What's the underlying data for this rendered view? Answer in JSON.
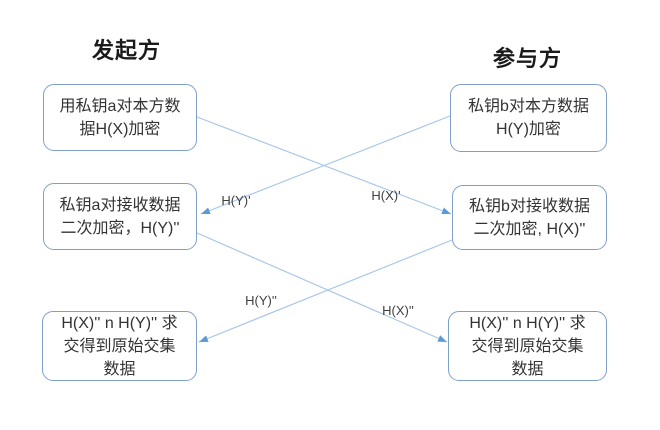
{
  "titles": {
    "initiator": "发起方",
    "participant": "参与方"
  },
  "nodes": {
    "a1": {
      "lines": [
        "用私钥a对本方数",
        "据H(X)加密"
      ]
    },
    "a2": {
      "lines": [
        "私钥a对接收数据",
        "二次加密，H(Y)''"
      ]
    },
    "a3": {
      "lines": [
        "H(X)'' n H(Y)'' 求",
        "交得到原始交集",
        "数据"
      ]
    },
    "b1": {
      "lines": [
        "私钥b对本方数据",
        "H(Y)加密"
      ]
    },
    "b2": {
      "lines": [
        "私钥b对接收数据",
        "二次加密, H(X)''"
      ]
    },
    "b3": {
      "lines": [
        "H(X)'' n H(Y)'' 求",
        "交得到原始交集",
        "数据"
      ]
    }
  },
  "edges": [
    {
      "from": "initiator-encrypt-own",
      "to": "participant-reencrypt",
      "label": "H(X)'"
    },
    {
      "from": "participant-encrypt-own",
      "to": "initiator-reencrypt",
      "label": "H(Y)'"
    },
    {
      "from": "initiator-reencrypt",
      "to": "participant-intersect",
      "label": "H(X)''"
    },
    {
      "from": "participant-reencrypt",
      "to": "initiator-intersect",
      "label": "H(Y)''"
    }
  ],
  "colors": {
    "background": "#ffffff",
    "box_border": "#7f9fcb",
    "box_fill": "#ffffff",
    "line": "#a9c7e8",
    "arrow": "#5b9bd5",
    "text": "#333333",
    "title": "#1a1a1a",
    "label": "#404040"
  }
}
